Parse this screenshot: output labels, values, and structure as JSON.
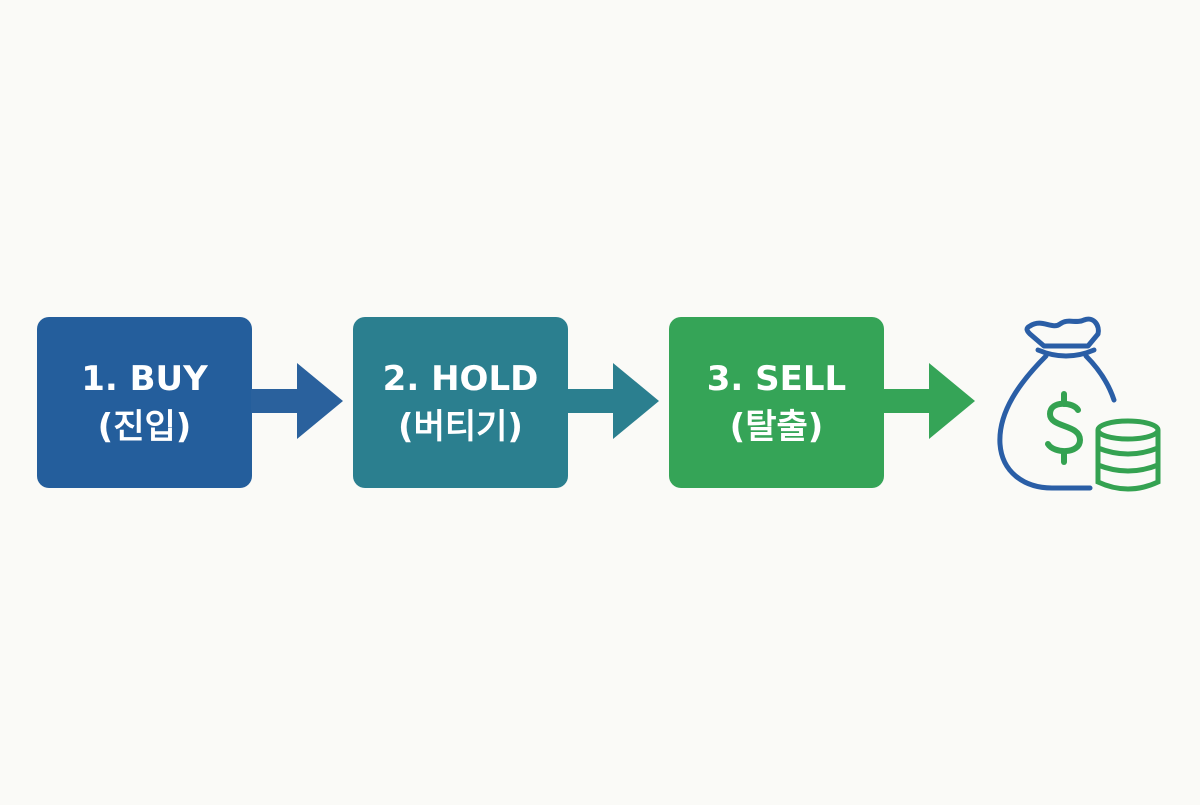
{
  "steps": [
    {
      "title": "1. BUY",
      "subtitle": "(진입)",
      "color": "#245e9c"
    },
    {
      "title": "2. HOLD",
      "subtitle": "(버티기)",
      "color": "#2b7f8f"
    },
    {
      "title": "3. SELL",
      "subtitle": "(탈출)",
      "color": "#35a457"
    }
  ],
  "arrows": [
    {
      "color": "#2a619d"
    },
    {
      "color": "#2b7f8f"
    },
    {
      "color": "#35a457"
    }
  ],
  "result_icon": {
    "name": "money-bag-coins-icon",
    "bag_color": "#2a5ea6",
    "accent_color": "#34a251"
  }
}
